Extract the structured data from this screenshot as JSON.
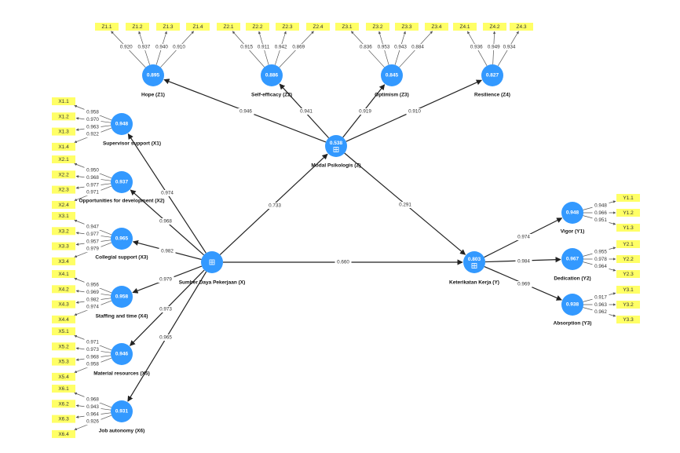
{
  "latents": [
    {
      "id": "X1",
      "value": "0.948",
      "label": "Supervisor support (X1)"
    },
    {
      "id": "X2",
      "value": "0.937",
      "label": "Opportunities for development (X2)"
    },
    {
      "id": "X3",
      "value": "0.965",
      "label": "Collegial support (X3)"
    },
    {
      "id": "X4",
      "value": "0.958",
      "label": "Staffing and time (X4)"
    },
    {
      "id": "X5",
      "value": "0.946",
      "label": "Material resources (X5)"
    },
    {
      "id": "X6",
      "value": "0.931",
      "label": "Job autonomy (X6)"
    },
    {
      "id": "X",
      "value": "",
      "label": "Sumber Daya Pekerjaan (X)",
      "icon": "grid-icon"
    },
    {
      "id": "Z",
      "value": "0.538",
      "label": "Modal Psikologis (Z)",
      "icon": "grid-icon"
    },
    {
      "id": "Z1",
      "value": "0.895",
      "label": "Hope (Z1)"
    },
    {
      "id": "Z2",
      "value": "0.886",
      "label": "Self-efficacy (Z2)"
    },
    {
      "id": "Z3",
      "value": "0.845",
      "label": "Optimism (Z3)"
    },
    {
      "id": "Z4",
      "value": "0.827",
      "label": "Resilience (Z4)"
    },
    {
      "id": "Y",
      "value": "0.803",
      "label": "Keterikatan Kerja (Y)",
      "icon": "grid-icon"
    },
    {
      "id": "Y1",
      "value": "0.948",
      "label": "Vigor (Y1)"
    },
    {
      "id": "Y2",
      "value": "0.967",
      "label": "Dedication (Y2)"
    },
    {
      "id": "Y3",
      "value": "0.938",
      "label": "Absorption (Y3)"
    }
  ],
  "indicators": [
    {
      "latent": "X1",
      "names": [
        "X1.1",
        "X1.2",
        "X1.3",
        "X1.4"
      ],
      "loadings": [
        "0.958",
        "0.970",
        "0.963",
        "0.922"
      ]
    },
    {
      "latent": "X2",
      "names": [
        "X2.1",
        "X2.2",
        "X2.3",
        "X2.4"
      ],
      "loadings": [
        "0.950",
        "0.968",
        "0.977",
        "0.971"
      ]
    },
    {
      "latent": "X3",
      "names": [
        "X3.1",
        "X3.2",
        "X3.3",
        "X3.4"
      ],
      "loadings": [
        "0.947",
        "0.977",
        "0.957",
        "0.979"
      ]
    },
    {
      "latent": "X4",
      "names": [
        "X4.1",
        "X4.2",
        "X4.3",
        "X4.4"
      ],
      "loadings": [
        "0.956",
        "0.969",
        "0.982",
        "0.974"
      ]
    },
    {
      "latent": "X5",
      "names": [
        "X5.1",
        "X5.2",
        "X5.3",
        "X5.4"
      ],
      "loadings": [
        "0.971",
        "0.973",
        "0.968",
        "0.958"
      ]
    },
    {
      "latent": "X6",
      "names": [
        "X6.1",
        "X6.2",
        "X6.3",
        "X6.4"
      ],
      "loadings": [
        "0.968",
        "0.943",
        "0.964",
        "0.926"
      ]
    },
    {
      "latent": "Z1",
      "names": [
        "Z1.1",
        "Z1.2",
        "Z1.3",
        "Z1.4"
      ],
      "loadings": [
        "0.920",
        "0.937",
        "0.940",
        "0.910"
      ]
    },
    {
      "latent": "Z2",
      "names": [
        "Z2.1",
        "Z2.2",
        "Z2.3",
        "Z2.4"
      ],
      "loadings": [
        "0.915",
        "0.911",
        "0.942",
        "0.869"
      ]
    },
    {
      "latent": "Z3",
      "names": [
        "Z3.1",
        "Z3.2",
        "Z3.3",
        "Z3.4"
      ],
      "loadings": [
        "0.836",
        "0.953",
        "0.943",
        "0.884"
      ]
    },
    {
      "latent": "Z4",
      "names": [
        "Z4.1",
        "Z4.2",
        "Z4.3"
      ],
      "loadings": [
        "0.936",
        "0.949",
        "0.934"
      ]
    },
    {
      "latent": "Y1",
      "names": [
        "Y1.1",
        "Y1.2",
        "Y1.3"
      ],
      "loadings": [
        "0.948",
        "0.966",
        "0.951"
      ]
    },
    {
      "latent": "Y2",
      "names": [
        "Y2.1",
        "Y2.2",
        "Y2.3"
      ],
      "loadings": [
        "0.955",
        "0.978",
        "0.964"
      ]
    },
    {
      "latent": "Y3",
      "names": [
        "Y3.1",
        "Y3.2",
        "Y3.3"
      ],
      "loadings": [
        "0.917",
        "0.963",
        "0.962"
      ]
    }
  ],
  "paths": [
    {
      "from": "X",
      "to": "X1",
      "coef": "0.974"
    },
    {
      "from": "X",
      "to": "X2",
      "coef": "0.968"
    },
    {
      "from": "X",
      "to": "X3",
      "coef": "0.982"
    },
    {
      "from": "X",
      "to": "X4",
      "coef": "0.979"
    },
    {
      "from": "X",
      "to": "X5",
      "coef": "0.973"
    },
    {
      "from": "X",
      "to": "X6",
      "coef": "0.965"
    },
    {
      "from": "X",
      "to": "Z",
      "coef": "0.733"
    },
    {
      "from": "X",
      "to": "Y",
      "coef": "0.660"
    },
    {
      "from": "Z",
      "to": "Y",
      "coef": "0.291"
    },
    {
      "from": "Z",
      "to": "Z1",
      "coef": "0.946"
    },
    {
      "from": "Z",
      "to": "Z2",
      "coef": "0.941"
    },
    {
      "from": "Z",
      "to": "Z3",
      "coef": "0.919"
    },
    {
      "from": "Z",
      "to": "Z4",
      "coef": "0.910"
    },
    {
      "from": "Y",
      "to": "Y1",
      "coef": "0.974"
    },
    {
      "from": "Y",
      "to": "Y2",
      "coef": "0.984"
    },
    {
      "from": "Y",
      "to": "Y3",
      "coef": "0.969"
    }
  ],
  "colors": {
    "latent_fill": "#3399ff",
    "indicator_fill": "#ffff66",
    "path_line": "#222222"
  }
}
